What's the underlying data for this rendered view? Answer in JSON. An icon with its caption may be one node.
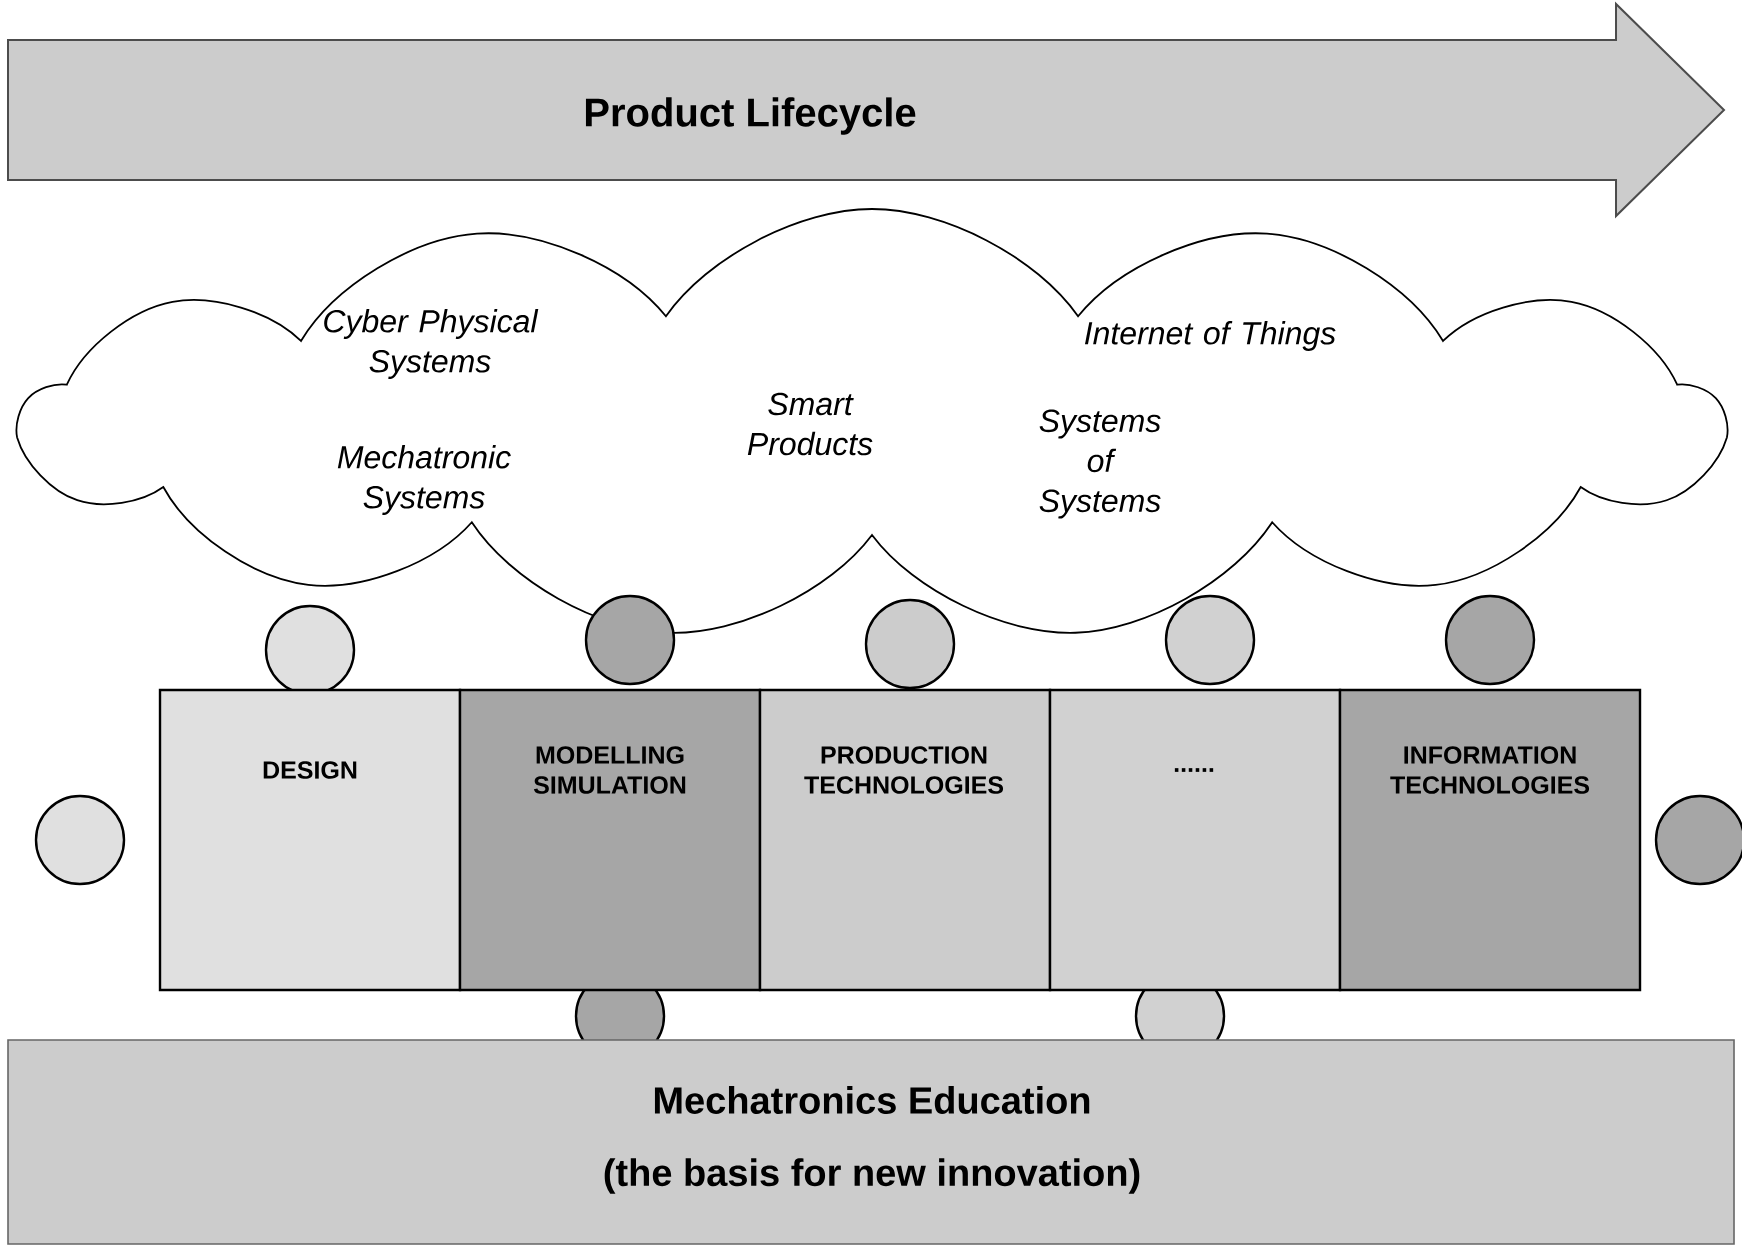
{
  "diagram": {
    "nodes": [
      {
        "text": [
          "Product Lifecycle"
        ]
      },
      {
        "text": [
          "Cyber Physical Systems",
          "Mechatronic Systems",
          "Smart Products",
          "Internet of Things",
          "Systems of Systems"
        ]
      },
      {
        "text": [
          "DESIGN"
        ]
      },
      {
        "text": [
          "MODELLING SIMULATION"
        ]
      },
      {
        "text": [
          "PRODUCTION TECHNOLOGIES"
        ]
      },
      {
        "text": [
          "......"
        ]
      },
      {
        "text": [
          "INFORMATION TECHNOLOGIES"
        ]
      },
      {
        "text": [
          "Mechatronics Education",
          "(the basis for new innovation)"
        ]
      }
    ]
  }
}
